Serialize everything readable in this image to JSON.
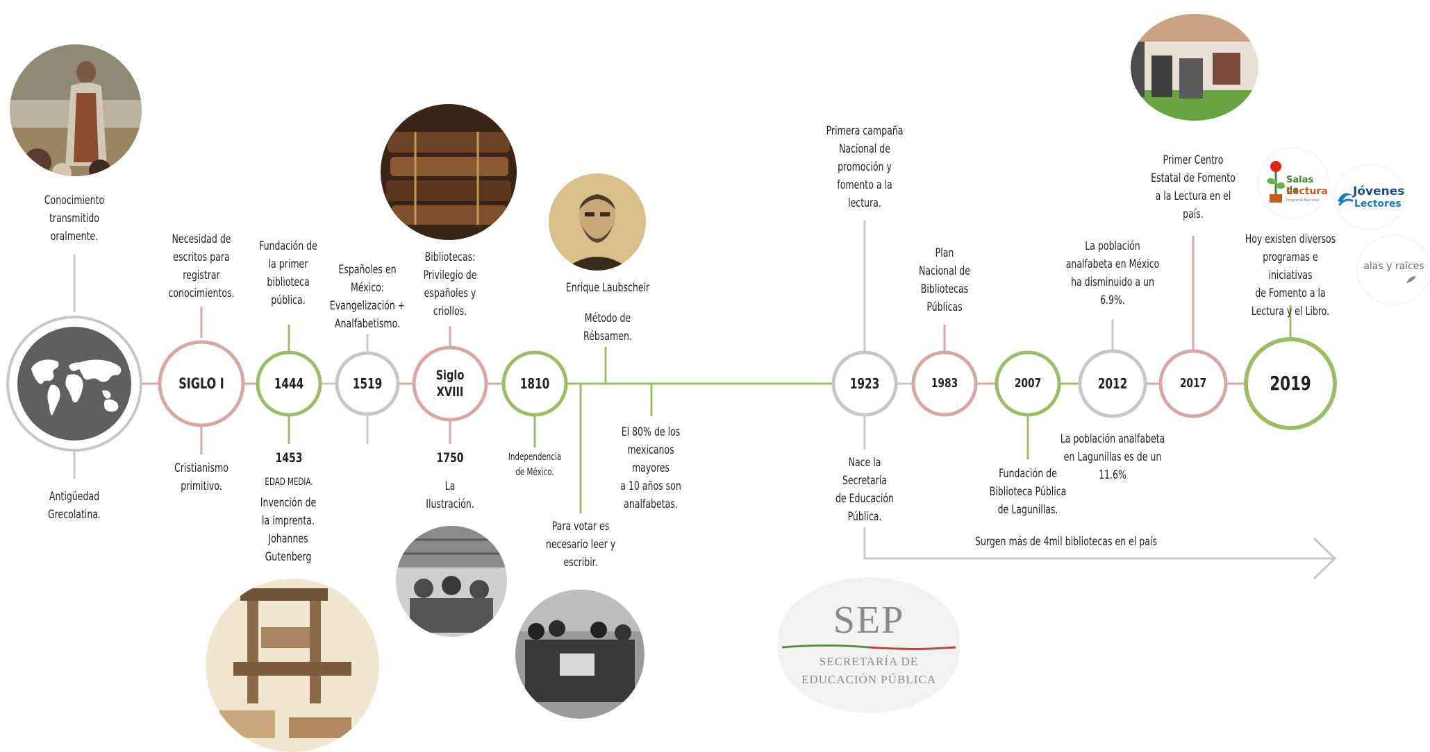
{
  "colors": {
    "gray": "#c7c7c7",
    "pink": "#d9a6a6",
    "green": "#9cbd66",
    "dark_circle": "#5f5f5f",
    "sep_red": "#b8473f",
    "sep_green": "#5d8a4a",
    "sep_gray": "#8a8a8a"
  },
  "nodes": {
    "origin": "",
    "siglo1": "SIGLO I",
    "n1444": "1444",
    "n1519": "1519",
    "sigloxviii": "Siglo\nXVIII",
    "n1810": "1810",
    "n1923": "1923",
    "n1983": "1983",
    "n2007": "2007",
    "n2012": "2012",
    "n2017": "2017",
    "n2019": "2019"
  },
  "texts": {
    "conocimiento": "Conocimiento\ntransmitido\noralmente.",
    "antiguedad": "Antigüedad\nGrecolatina.",
    "necesidad": "Necesidad de\nescritos para\nregistrar\nconocimientos.",
    "cristianismo": "Cristianismo\nprimitivo.",
    "fundacion_biblioteca": "Fundación de\nla primer\nbiblioteca\npública.",
    "y1453": "1453",
    "edad_media": "EDAD MEDIA.",
    "imprenta": "Invención de\nla imprenta.\nJohannes\nGutenberg",
    "espanoles": "Españoles en\nMéxico:\nEvangelización +\nAnalfabetismo.",
    "bibliotecas_privilegio": "Bibliotecas:\nPrivilegio de\nespañoles y\ncriollos.",
    "y1750": "1750",
    "ilustracion": "La\nIlustración.",
    "laubscheir": "Enrique Laubscheir",
    "metodo": "Método de\nRébsamen.",
    "independencia": "Independencia\nde México.",
    "votar": "Para votar es\nnecesario leer y\nescribir.",
    "analfabetas80": "El 80% de los\nmexicanos\nmayores\na 10 años son\nanalfabetas.",
    "campana": "Primera campaña\nNacional de\npromoción y\nfomento a la\nlectura.",
    "nace_sep": "Nace la\nSecretaría\nde Educación\nPública.",
    "plan": "Plan\nNacional de\nBibliotecas\nPúblicas",
    "fundacion_lagunillas": "Fundación de\nBiblioteca Pública\nde Lagunillas.",
    "poblacion_mexico": "La población\nanalfabeta en México\nha disminuido a un\n6.9%.",
    "poblacion_lagunillas": "La población analfabeta\nen Lagunillas es de un\n11.6%",
    "centro_estatal": "Primer Centro\nEstatal de Fomento\na la Lectura en el\npaís.",
    "hoy_existen": "Hoy existen diversos\nprogramas e iniciativas\nde Fomento a la\nLectura y el Libro.",
    "surgen": "Surgen más de 4mil bibliotecas en el país"
  },
  "logos": {
    "sep_title": "SEP",
    "sep_line1": "SECRETARÍA DE",
    "sep_line2": "EDUCACIÓN PÚBLICA",
    "salas_line1": "Salas de",
    "salas_line2": "Lectura",
    "salas_small": "Programa Nacional",
    "jovenes_line1": "Jóvenes",
    "jovenes_line2": "Lectores",
    "alas": "alas y raíces"
  },
  "icons": {
    "world_map": "world-map-icon",
    "arrow": "arrow-right-icon"
  }
}
